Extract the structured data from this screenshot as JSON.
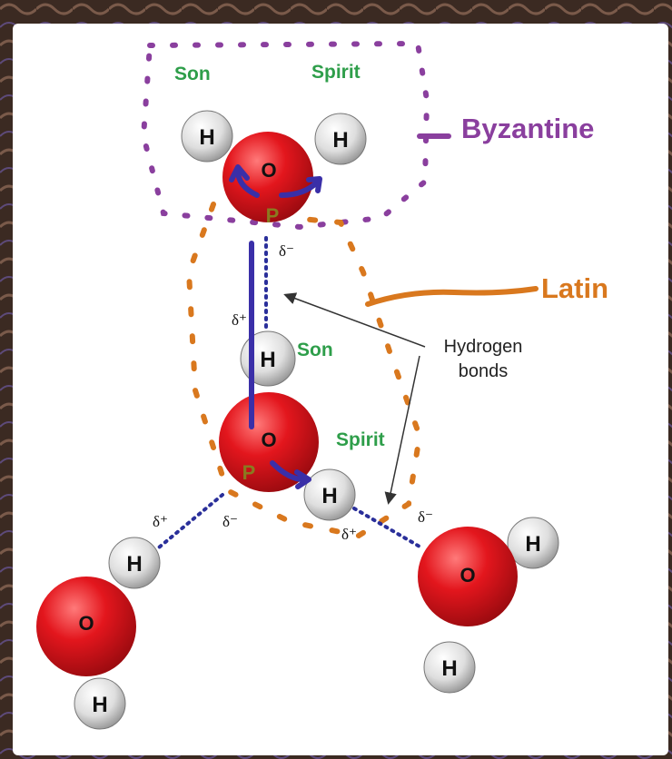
{
  "labels": {
    "son_top": "Son",
    "spirit_top": "Spirit",
    "byzantine": "Byzantine",
    "latin": "Latin",
    "hydrogen_bonds_line1": "Hydrogen",
    "hydrogen_bonds_line2": "bonds",
    "son_mid": "Son",
    "spirit_mid": "Spirit",
    "p_top": "P",
    "p_mid": "P"
  },
  "atoms": {
    "oxygen": "O",
    "hydrogen": "H"
  },
  "charges": {
    "delta_minus": "δ⁻",
    "delta_plus": "δ⁺"
  },
  "colors": {
    "oxygen": "#e0141c",
    "hydrogen": "#dcdcdc",
    "byzantine": "#8a3f9e",
    "latin": "#d9781e",
    "bond": "#2a2f9a",
    "green_label": "#2e9e4a",
    "p_label": "#8a7a20"
  }
}
